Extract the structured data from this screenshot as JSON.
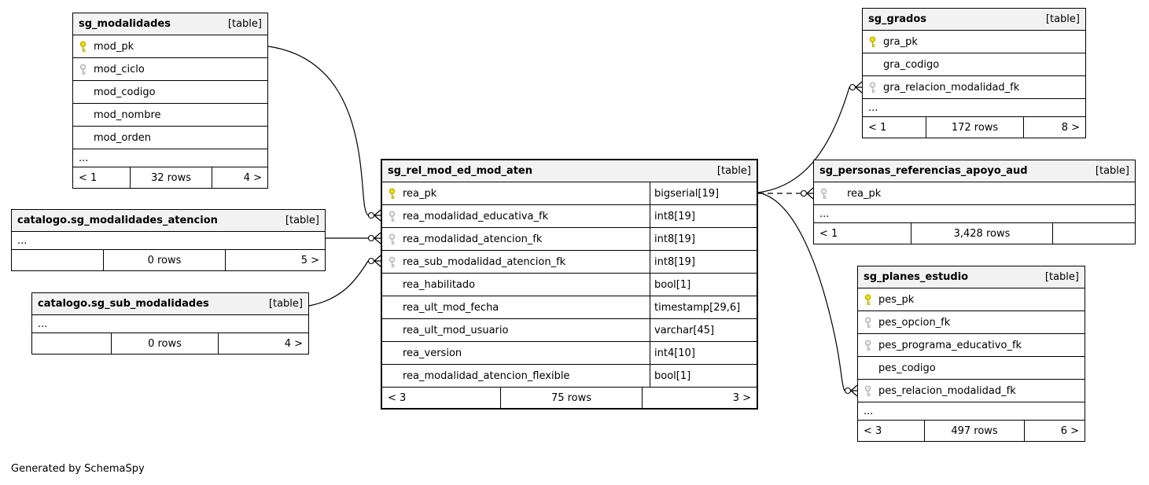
{
  "diagram": {
    "caption": "Generated by SchemaSpy"
  },
  "tables": {
    "sg_modalidades": {
      "title": "sg_modalidades",
      "badge": "[table]",
      "columns": [
        {
          "name": "mod_pk",
          "icon": "primary-key-icon"
        },
        {
          "name": "mod_ciclo",
          "icon": "foreign-key-icon"
        },
        {
          "name": "mod_codigo",
          "icon": ""
        },
        {
          "name": "mod_nombre",
          "icon": ""
        },
        {
          "name": "mod_orden",
          "icon": ""
        }
      ],
      "more": "...",
      "footer": {
        "left": "< 1",
        "center": "32 rows",
        "right": "4 >"
      }
    },
    "catalogo_sg_modalidades_atencion": {
      "title": "catalogo.sg_modalidades_atencion",
      "badge": "[table]",
      "more": "...",
      "footer": {
        "left": "",
        "center": "0 rows",
        "right": "5 >"
      }
    },
    "catalogo_sg_sub_modalidades": {
      "title": "catalogo.sg_sub_modalidades",
      "badge": "[table]",
      "more": "...",
      "footer": {
        "left": "",
        "center": "0 rows",
        "right": "4 >"
      }
    },
    "sg_rel_mod_ed_mod_aten": {
      "title": "sg_rel_mod_ed_mod_aten",
      "badge": "[table]",
      "columns": [
        {
          "name": "rea_pk",
          "type": "bigserial[19]",
          "icon": "primary-key-icon"
        },
        {
          "name": "rea_modalidad_educativa_fk",
          "type": "int8[19]",
          "icon": "foreign-key-icon"
        },
        {
          "name": "rea_modalidad_atencion_fk",
          "type": "int8[19]",
          "icon": "foreign-key-icon"
        },
        {
          "name": "rea_sub_modalidad_atencion_fk",
          "type": "int8[19]",
          "icon": "foreign-key-icon"
        },
        {
          "name": "rea_habilitado",
          "type": "bool[1]",
          "icon": ""
        },
        {
          "name": "rea_ult_mod_fecha",
          "type": "timestamp[29,6]",
          "icon": ""
        },
        {
          "name": "rea_ult_mod_usuario",
          "type": "varchar[45]",
          "icon": ""
        },
        {
          "name": "rea_version",
          "type": "int4[10]",
          "icon": ""
        },
        {
          "name": "rea_modalidad_atencion_flexible",
          "type": "bool[1]",
          "icon": ""
        }
      ],
      "footer": {
        "left": "< 3",
        "center": "75 rows",
        "right": "3 >"
      }
    },
    "sg_grados": {
      "title": "sg_grados",
      "badge": "[table]",
      "columns": [
        {
          "name": "gra_pk",
          "icon": "primary-key-icon"
        },
        {
          "name": "gra_codigo",
          "icon": ""
        },
        {
          "name": "gra_relacion_modalidad_fk",
          "icon": "foreign-key-icon"
        }
      ],
      "more": "...",
      "footer": {
        "left": "< 1",
        "center": "172 rows",
        "right": "8 >"
      }
    },
    "sg_personas_referencias_apoyo_aud": {
      "title": "sg_personas_referencias_apoyo_aud",
      "badge": "[table]",
      "columns": [
        {
          "name": "rea_pk",
          "icon": "foreign-key-icon"
        }
      ],
      "more": "...",
      "footer": {
        "left": "< 1",
        "center": "3,428 rows",
        "right": ""
      }
    },
    "sg_planes_estudio": {
      "title": "sg_planes_estudio",
      "badge": "[table]",
      "columns": [
        {
          "name": "pes_pk",
          "icon": "primary-key-icon"
        },
        {
          "name": "pes_opcion_fk",
          "icon": "foreign-key-icon"
        },
        {
          "name": "pes_programa_educativo_fk",
          "icon": "foreign-key-icon"
        },
        {
          "name": "pes_codigo",
          "icon": ""
        },
        {
          "name": "pes_relacion_modalidad_fk",
          "icon": "foreign-key-icon"
        }
      ],
      "more": "...",
      "footer": {
        "left": "< 3",
        "center": "497 rows",
        "right": "6 >"
      }
    }
  },
  "relationships": [
    {
      "from": "sg_modalidades.mod_pk",
      "to": "sg_rel_mod_ed_mod_aten.rea_modalidad_educativa_fk",
      "style": "solid"
    },
    {
      "from": "catalogo.sg_modalidades_atencion",
      "to": "sg_rel_mod_ed_mod_aten.rea_modalidad_atencion_fk",
      "style": "solid"
    },
    {
      "from": "catalogo.sg_sub_modalidades",
      "to": "sg_rel_mod_ed_mod_aten.rea_sub_modalidad_atencion_fk",
      "style": "solid"
    },
    {
      "from": "sg_rel_mod_ed_mod_aten.rea_pk",
      "to": "sg_grados.gra_relacion_modalidad_fk",
      "style": "solid"
    },
    {
      "from": "sg_rel_mod_ed_mod_aten.rea_pk",
      "to": "sg_personas_referencias_apoyo_aud.rea_pk",
      "style": "dashed"
    },
    {
      "from": "sg_rel_mod_ed_mod_aten.rea_pk",
      "to": "sg_planes_estudio.pes_relacion_modalidad_fk",
      "style": "solid"
    }
  ]
}
